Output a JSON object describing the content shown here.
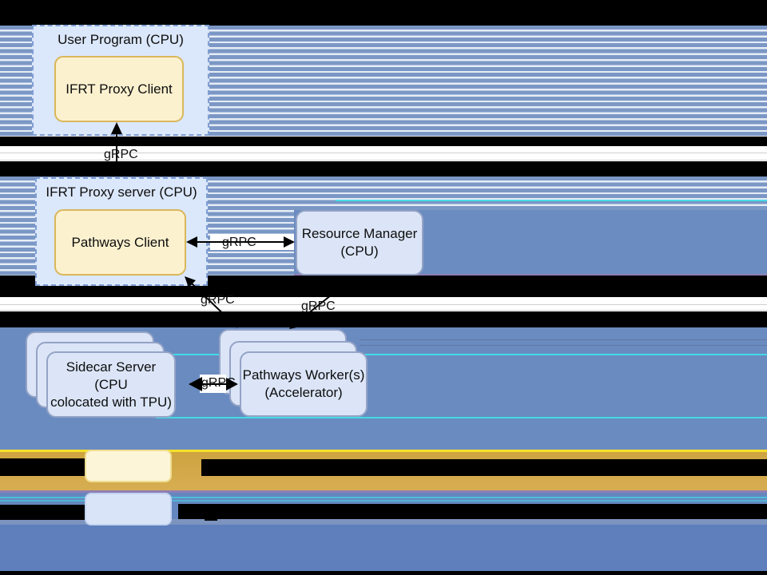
{
  "colors": {
    "stripe-blue": "#7b97c5",
    "stripe-light": "#e6edf6",
    "solid-blue": "#6b8cc1",
    "panel-blue": "#6a8bc0",
    "legend-blue-band": "#6487bf",
    "gray-blue": "#7c94be",
    "bottom-blue": "#5e7fbc",
    "gold": "#cda440",
    "gold-light": "#d7ad52",
    "bright-yellow": "#f6e02b",
    "purple-line": "#8f7fb5",
    "cyan-line": "#3fe2e8",
    "container-fill": "#dbe7fa",
    "container-border": "#7f9ed3",
    "yellow-fill": "#fcf1cf",
    "yellow-border": "#d9b75a",
    "card-fill": "#dbe5f7",
    "card-border": "#94a3c6",
    "legend-yellow-fill": "#fdf5d8",
    "legend-yellow-border": "#eedd90",
    "legend-blue-fill": "#d9e4f8",
    "legend-blue-border": "#c2d3f0",
    "arrow-black": "#000000"
  },
  "diagram": {
    "user_program": {
      "label": "User Program (CPU)"
    },
    "ifrt_proxy_client": {
      "label": "IFRT Proxy Client"
    },
    "ifrt_proxy_server": {
      "label": "IFRT Proxy server (CPU)"
    },
    "pathways_client": {
      "label": "Pathways Client"
    },
    "resource_manager": {
      "line1": "Resource Manager",
      "line2": "(CPU)"
    },
    "sidecar_server": {
      "line1": "Sidecar Server (CPU",
      "line2": "colocated with TPU)"
    },
    "pathways_workers": {
      "line1": "Pathways Worker(s)",
      "line2": "(Accelerator)"
    },
    "edges": {
      "grpc_top": {
        "label": "gRPC"
      },
      "grpc_mid": {
        "label": "gRPC"
      },
      "grpc_lower_left": {
        "label": "gRPC"
      },
      "grpc_lower_right": {
        "label": "gRPC"
      },
      "grpc_bottom": {
        "label": "gRPC"
      }
    }
  }
}
